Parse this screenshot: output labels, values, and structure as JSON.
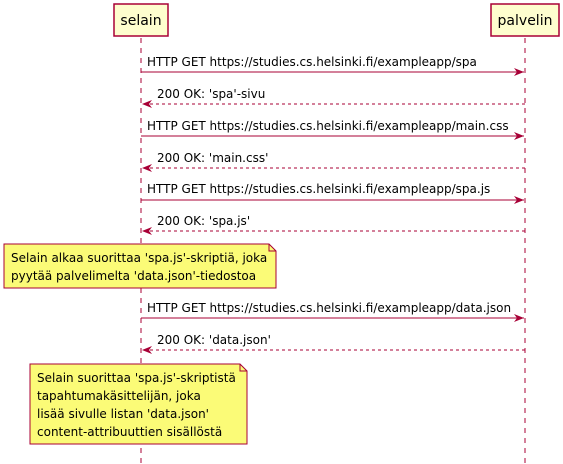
{
  "participants": {
    "client": "selain",
    "server": "palvelin"
  },
  "messages": [
    {
      "label": "HTTP GET https://studies.cs.helsinki.fi/exampleapp/spa",
      "direction": "request"
    },
    {
      "label": "200 OK: 'spa'-sivu",
      "direction": "response"
    },
    {
      "label": "HTTP GET https://studies.cs.helsinki.fi/exampleapp/main.css",
      "direction": "request"
    },
    {
      "label": "200 OK: 'main.css'",
      "direction": "response"
    },
    {
      "label": "HTTP GET https://studies.cs.helsinki.fi/exampleapp/spa.js",
      "direction": "request"
    },
    {
      "label": "200 OK: 'spa.js'",
      "direction": "response"
    },
    {
      "label": "HTTP GET https://studies.cs.helsinki.fi/exampleapp/data.json",
      "direction": "request"
    },
    {
      "label": "200 OK: 'data.json'",
      "direction": "response"
    }
  ],
  "notes": [
    {
      "lines": [
        "Selain alkaa suorittaa 'spa.js'-skriptiä, joka",
        "pyytää palvelimelta 'data.json'-tiedostoa"
      ]
    },
    {
      "lines": [
        "Selain suorittaa 'spa.js'-skriptistä",
        "tapahtumakäsittelijän, joka",
        "lisää sivulle listan 'data.json'",
        "content-attribuuttien sisällöstä"
      ]
    }
  ],
  "colors": {
    "participant_fill": "#FEFECE",
    "participant_border": "#A80036",
    "arrow": "#A80036",
    "lifeline": "#A80036",
    "note_fill": "#FBFB77",
    "note_border": "#A80036"
  }
}
